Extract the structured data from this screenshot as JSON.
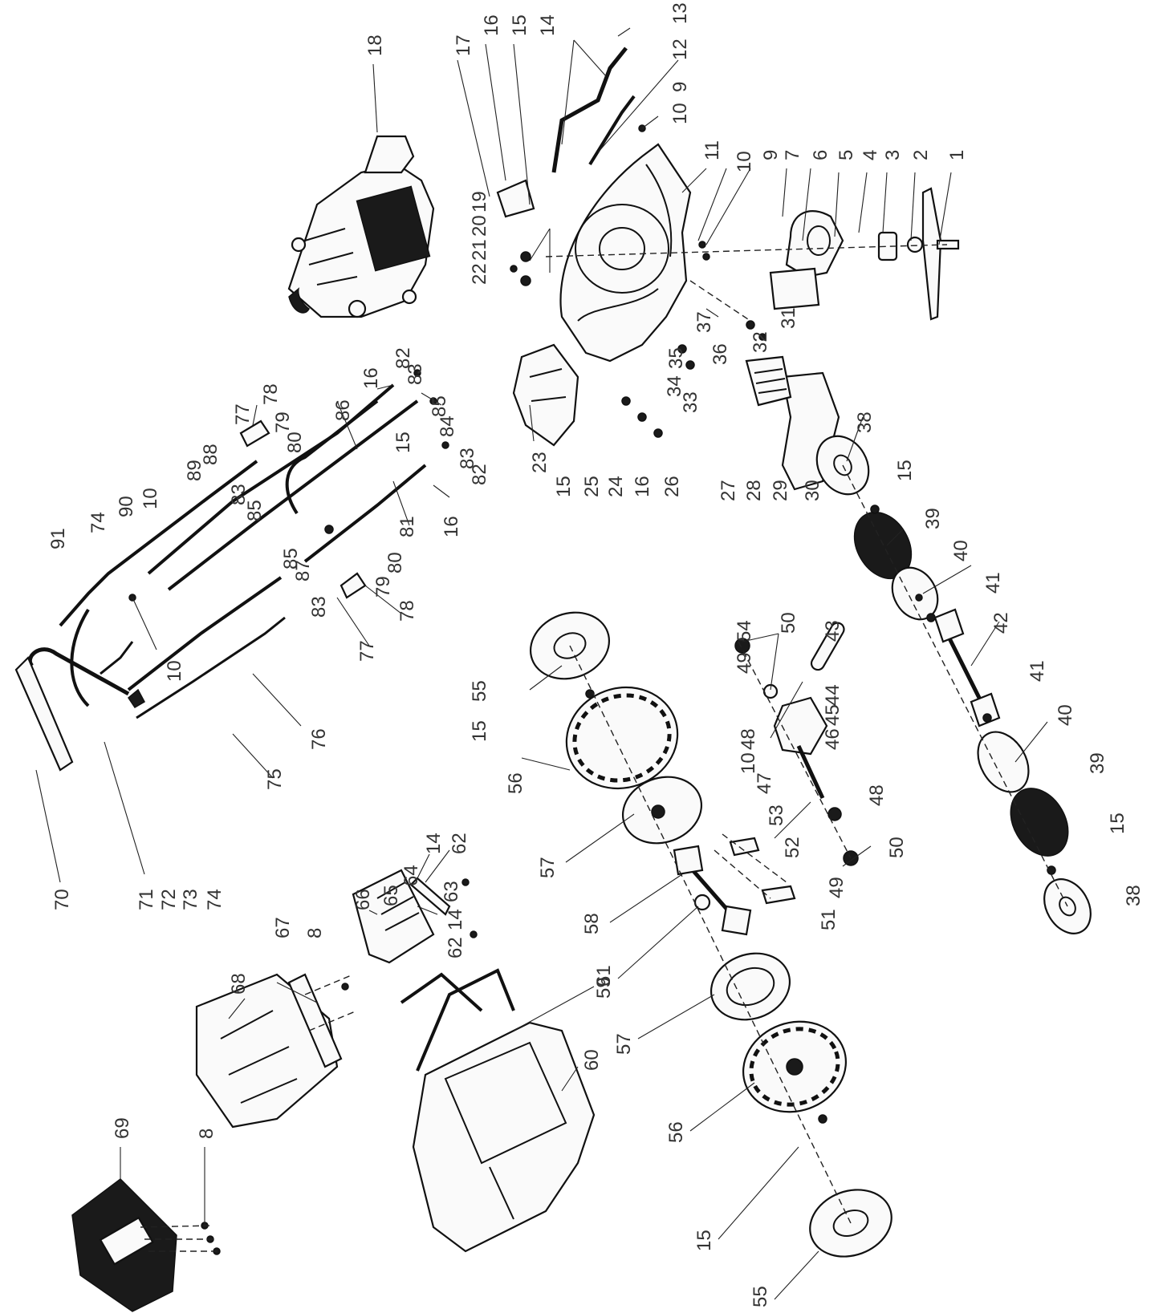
{
  "labels": {
    "p1": "1",
    "p2": "2",
    "p3": "3",
    "p4": "4",
    "p5": "5",
    "p6": "6",
    "p7": "7",
    "p8": "8",
    "p9": "9",
    "p10": "10",
    "p11": "11",
    "p12": "12",
    "p13": "13",
    "p14": "14",
    "p15": "15",
    "p16": "16",
    "p17": "17",
    "p18": "18",
    "p19": "19",
    "p20": "20",
    "p21": "21",
    "p22": "22",
    "p23": "23",
    "p24": "24",
    "p25": "25",
    "p26": "26",
    "p27": "27",
    "p28": "28",
    "p29": "29",
    "p30": "30",
    "p31": "31",
    "p32": "32",
    "p33": "33",
    "p34": "34",
    "p35": "35",
    "p36": "36",
    "p37": "37",
    "p38": "38",
    "p39": "39",
    "p40": "40",
    "p41": "41",
    "p42": "42",
    "p43": "43",
    "p44": "44",
    "p45": "45",
    "p46": "46",
    "p47": "47",
    "p48": "48",
    "p49": "49",
    "p50": "50",
    "p51": "51",
    "p52": "52",
    "p53": "53",
    "p54": "54",
    "p55": "55",
    "p56": "56",
    "p57": "57",
    "p58": "58",
    "p59": "59",
    "p60": "60",
    "p61": "61",
    "p62": "62",
    "p63": "63",
    "p64": "64",
    "p65": "65",
    "p66": "66",
    "p67": "67",
    "p68": "68",
    "p69": "69",
    "p70": "70",
    "p71": "71",
    "p72": "72",
    "p73": "73",
    "p74": "74",
    "p75": "75",
    "p76": "76",
    "p77": "77",
    "p78": "78",
    "p79": "79",
    "p80": "80",
    "p81": "81",
    "p82": "82",
    "p83": "83",
    "p84": "84",
    "p85": "85",
    "p86": "86",
    "p87": "87",
    "p88": "88",
    "p89": "89",
    "p90": "90",
    "p91": "91"
  }
}
